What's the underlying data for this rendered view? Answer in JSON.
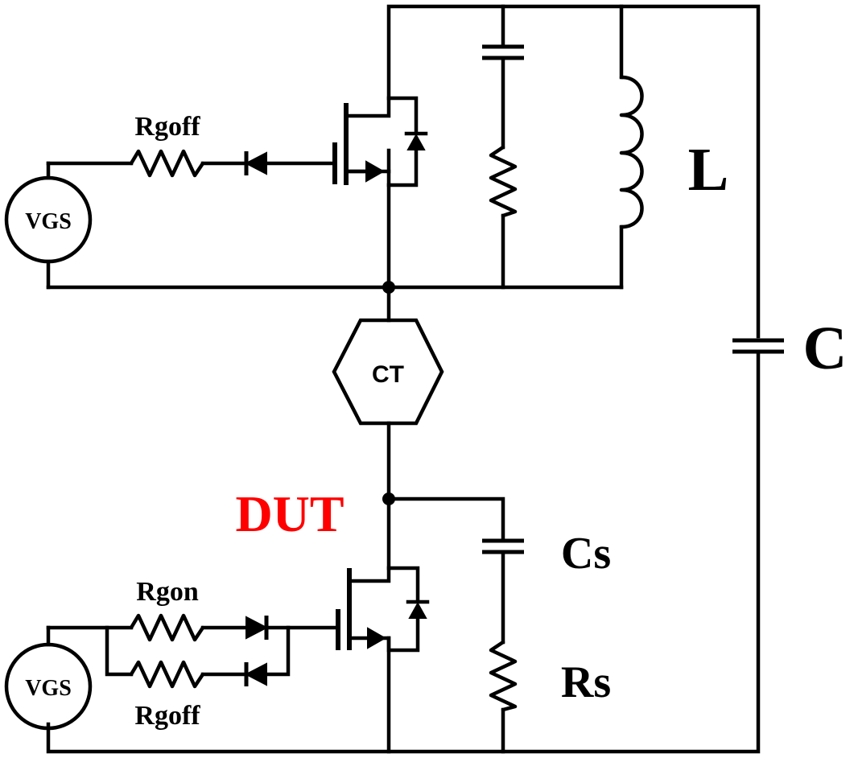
{
  "labels": {
    "vgs_top": "VGS",
    "vgs_bottom": "VGS",
    "rgoff_top": "Rgoff",
    "rgon": "Rgon",
    "rgoff_bottom": "Rgoff",
    "L": "L",
    "C": "C",
    "CT": "CT",
    "DUT": "DUT",
    "Cs": "Cs",
    "Rs": "Rs"
  },
  "colors": {
    "wire": "#000000",
    "dut_label": "#ff0000",
    "background": "#ffffff"
  }
}
